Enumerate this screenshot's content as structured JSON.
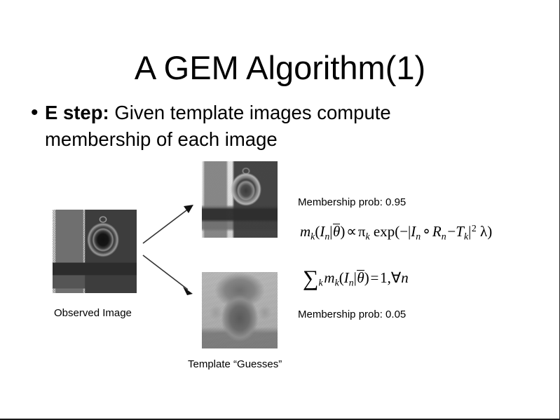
{
  "slide": {
    "title": "A GEM Algorithm(1)",
    "bullets": [
      {
        "marker": "•",
        "lead": "E step:",
        "rest": " Given template images compute membership of each image"
      }
    ],
    "figure": {
      "observed_caption": "Observed Image",
      "templates_caption": "Template “Guesses”",
      "observed_alt": "noisy grayscale photograph of a pocket watch and a card on a table",
      "template_top_alt": "blurred template guess of the pocket watch scene",
      "template_bottom_alt": "blurred template guess of a different dark object",
      "membership_prob_top": "Membership prob: 0.95",
      "membership_prob_bottom": "Membership prob: 0.05"
    },
    "formulas": {
      "membership": {
        "m": "m",
        "m_sub": "k",
        "open": "(",
        "I": "I",
        "I_sub": "n",
        "given": "|",
        "theta": "θ",
        "close": ")",
        "propto": "∝",
        "pi": "π",
        "pi_sub": "k",
        "exp": "exp",
        "exp_open": "(−|",
        "I2": "I",
        "I2_sub": "n",
        "compose": "∘",
        "R": "R",
        "R_sub": "n",
        "minus": "−",
        "T": "T",
        "T_sub": "k",
        "norm_close": "|",
        "power": "2",
        "lambda": "λ",
        "exp_close": ")",
        "plain": "m_k(I_n | θ̄) ∝ π_k exp(−| I_n ∘ R_n − T_k |² λ)"
      },
      "sum": {
        "sigma": "∑",
        "sigma_sub": "k",
        "m": "m",
        "m_sub": "k",
        "open": "(",
        "I": "I",
        "I_sub": "n",
        "given": "|",
        "theta": "θ",
        "close": ")",
        "equals": "=",
        "one": "1,",
        "forall": "∀",
        "n": "n",
        "plain": "∑_k m_k(I_n | θ̄) = 1, ∀n"
      }
    },
    "arrows": {
      "top_label": "arrow to top template",
      "bottom_label": "arrow to bottom template"
    },
    "colors": {
      "background": "#ffffff",
      "text": "#000000",
      "border": "#1a1a1a"
    }
  }
}
